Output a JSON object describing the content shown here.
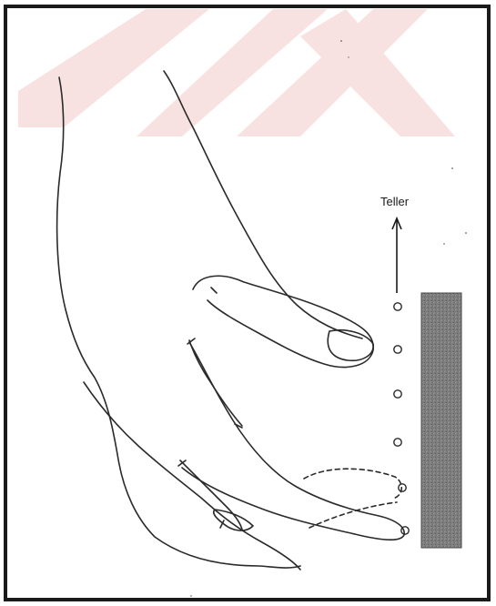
{
  "figure": {
    "direction_label": "Teller",
    "colors": {
      "frame": "#1a1a1a",
      "ink": "#2a2a2a",
      "watermark": "#f6d5d5",
      "bar_fill": "#7a7a7a",
      "bar_edge": "#4a4a4a"
    },
    "icons": [
      "hand-drawing",
      "up-arrow-icon",
      "pad-bar",
      "marker-dots"
    ]
  }
}
